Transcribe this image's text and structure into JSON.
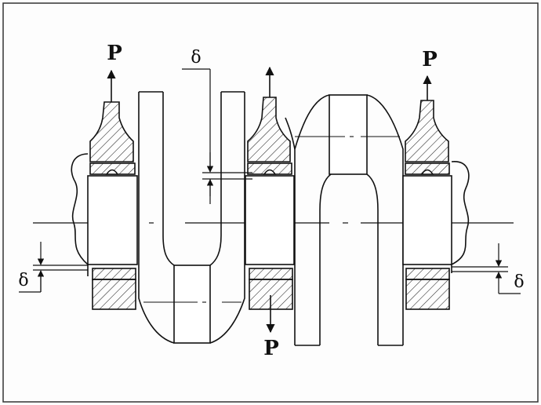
{
  "labels": {
    "force_top_left": "P",
    "force_top_right": "P",
    "force_bottom": "P",
    "gap_top": "δ",
    "gap_left": "δ",
    "gap_right": "δ"
  },
  "colors": {
    "line": "#111111",
    "hatch": "#222222",
    "frame": "#333333"
  }
}
